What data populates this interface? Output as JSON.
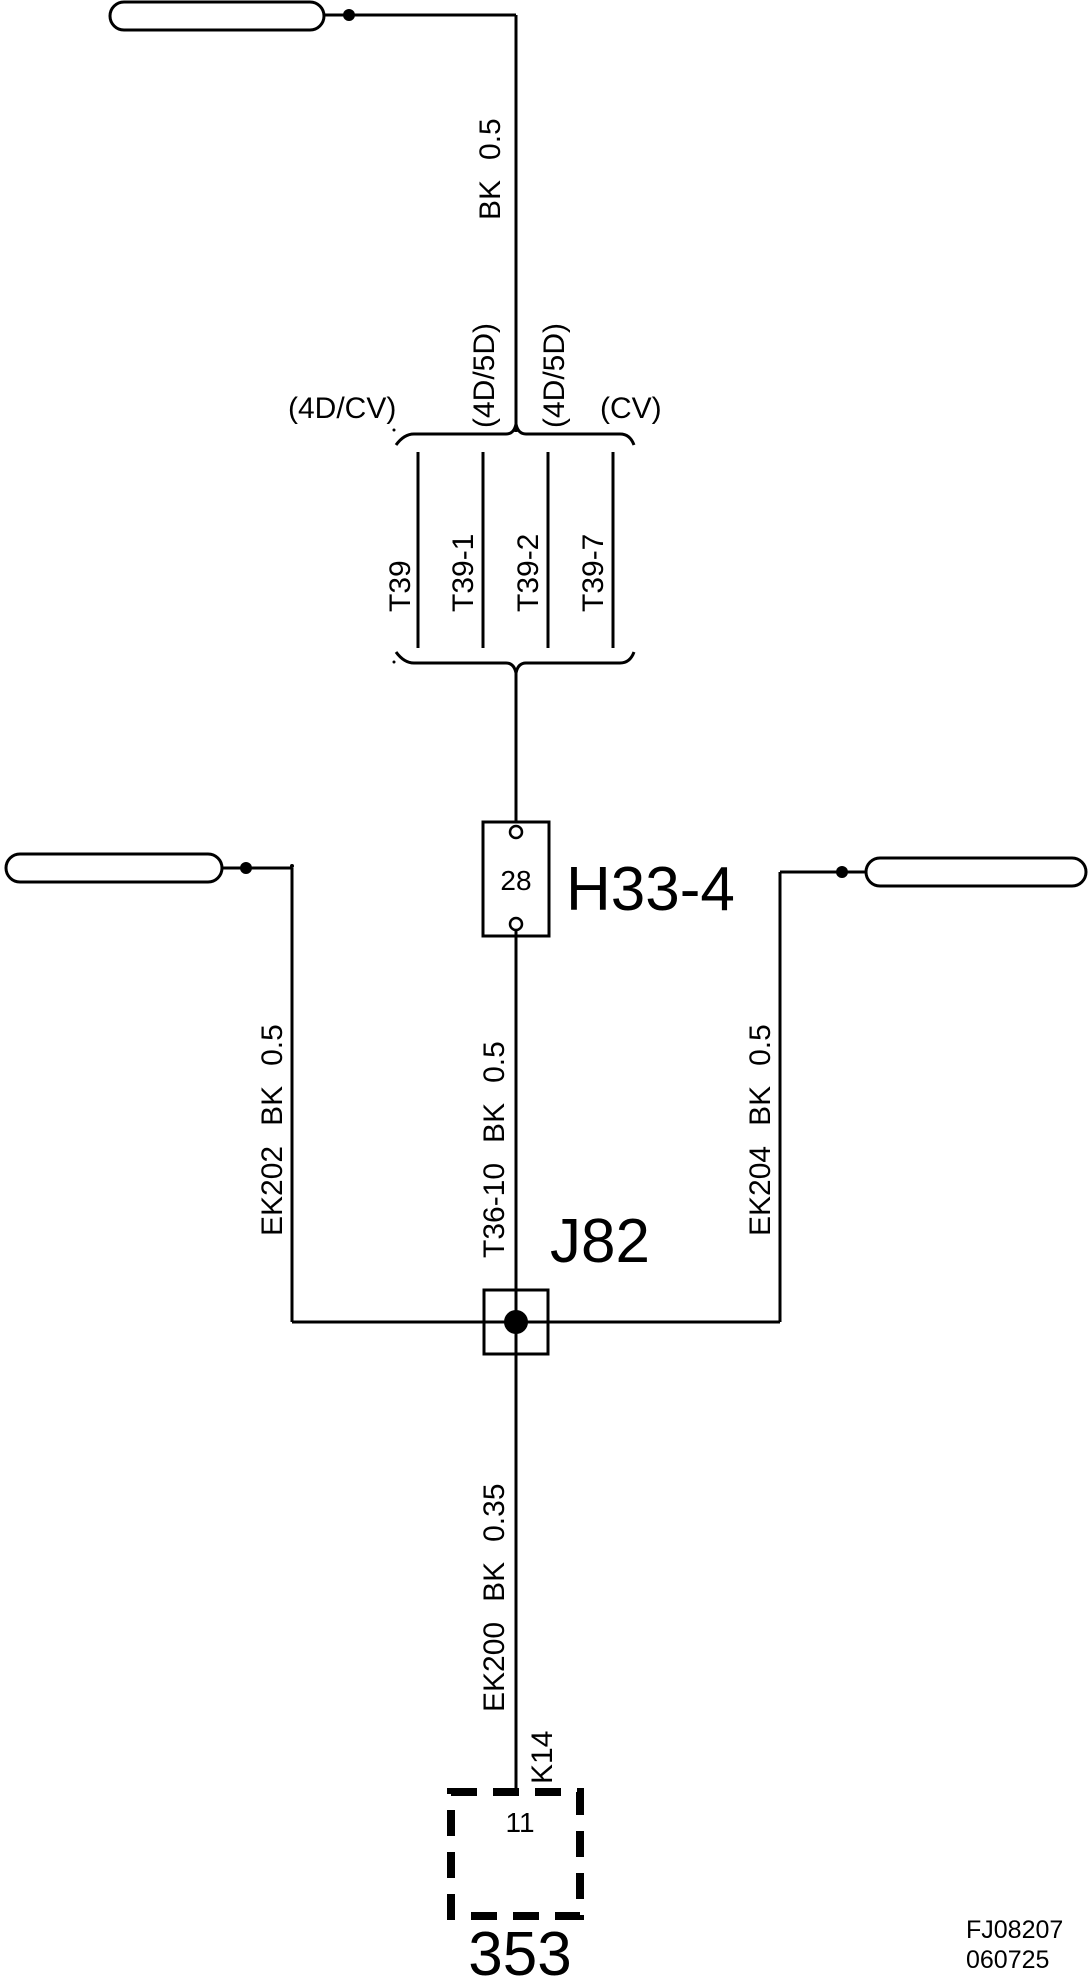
{
  "diagram": {
    "top_wire": {
      "color": "BK",
      "size": "0.5"
    },
    "variants": {
      "left_far": "(4D/CV)",
      "left_near": "(4D/5D)",
      "right_near": "(4D/5D)",
      "right_far": "(CV)"
    },
    "connectors_t39": [
      "T39",
      "T39-1",
      "T39-2",
      "T39-7"
    ],
    "splice_h33": {
      "label": "H33-4",
      "pin": "28"
    },
    "mid_wire": {
      "id": "T36-10",
      "color": "BK",
      "size": "0.5"
    },
    "left_wire": {
      "id": "EK202",
      "color": "BK",
      "size": "0.5"
    },
    "right_wire": {
      "id": "EK204",
      "color": "BK",
      "size": "0.5"
    },
    "junction": {
      "label": "J82"
    },
    "bottom_wire": {
      "id": "EK200",
      "color": "BK",
      "size": "0.35"
    },
    "pin_k14": "K14",
    "component": {
      "number": "353",
      "pin": "11"
    },
    "footer": {
      "ref": "FJ08207",
      "date": "060725"
    }
  }
}
